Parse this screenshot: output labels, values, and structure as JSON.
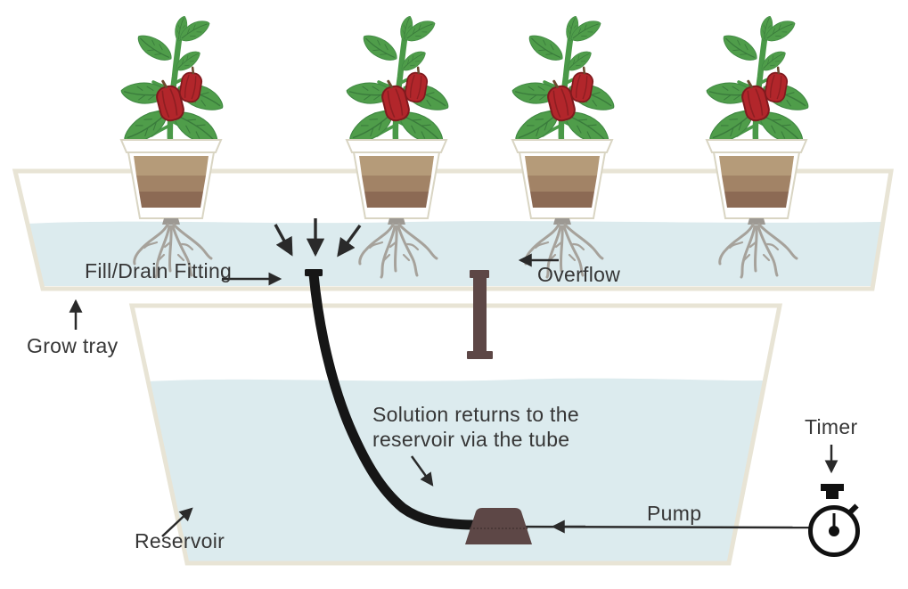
{
  "labels": {
    "fill_drain_fitting": "Fill/Drain Fitting",
    "overflow": "Overflow",
    "grow_tray": "Grow tray",
    "solution_return_line1": "Solution returns to the",
    "solution_return_line2": "reservoir via the tube",
    "reservoir": "Reservoir",
    "pump": "Pump",
    "timer": "Timer"
  },
  "components": {
    "plants": {
      "count": 4,
      "type": "pepper-plant-in-pot"
    },
    "grow_tray": "grow-tray",
    "reservoir": "reservoir",
    "fill_drain_fitting": "fill-drain-fitting",
    "overflow_pipe": "overflow-standpipe",
    "return_tube": "return-tube",
    "pump": "pump",
    "timer": "stopwatch-timer"
  },
  "colors": {
    "water": "#dcebee",
    "container_wall": "#e8e4d5",
    "hardware_dark": "#5d4746",
    "tube_black": "#161616",
    "leaf_green": "#4f9d4a",
    "pepper_red": "#b2262b",
    "soil_top": "#b59b79",
    "soil_mid": "#a28366",
    "soil_bottom": "#8c6a54",
    "roots_gray": "#a6a29b",
    "label_text": "#363636"
  }
}
